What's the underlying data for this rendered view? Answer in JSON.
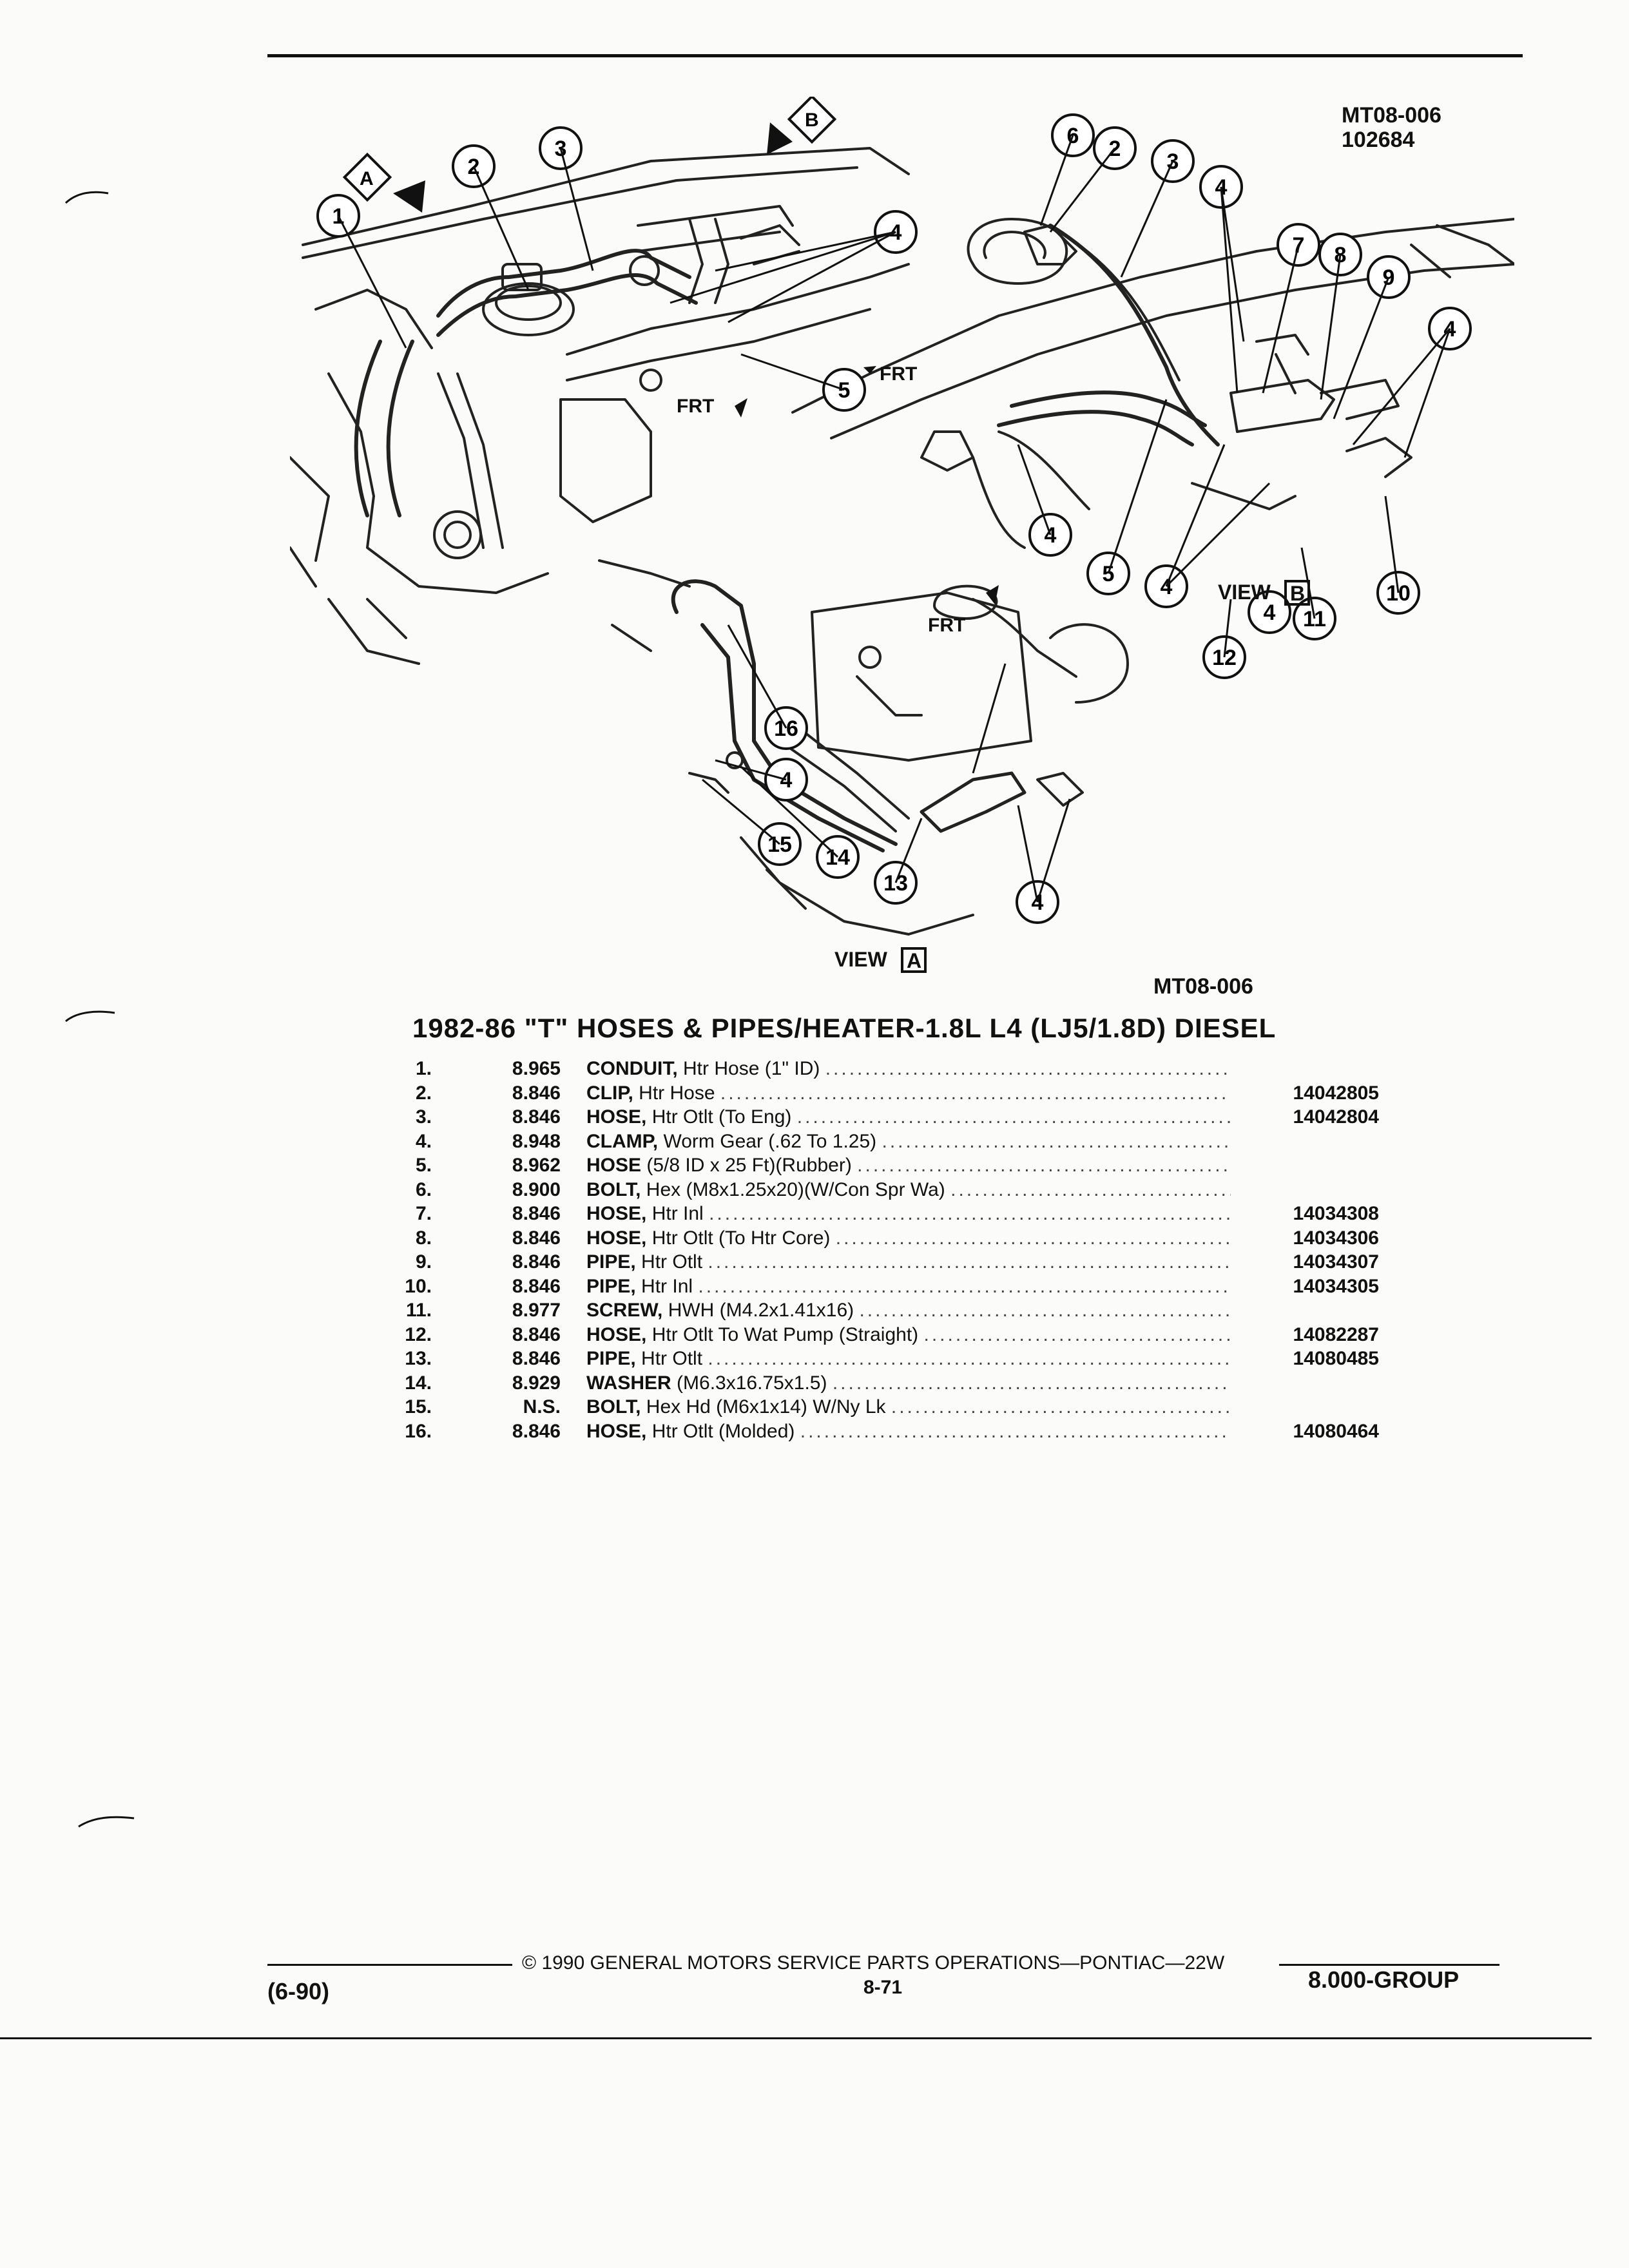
{
  "header": {
    "illus_code_top": "MT08-006",
    "illus_date": "102684",
    "illus_code_bottom": "MT08-006"
  },
  "illustration": {
    "callouts": [
      "1",
      "2",
      "3",
      "2",
      "3",
      "4",
      "4",
      "4",
      "5",
      "5",
      "6",
      "7",
      "8",
      "9",
      "4",
      "4",
      "4",
      "10",
      "11",
      "16",
      "4",
      "12",
      "15",
      "14",
      "13",
      "4"
    ],
    "labels": {
      "view_a": "VIEW",
      "view_a_letter": "A",
      "view_b": "VIEW",
      "view_b_letter": "B",
      "arrow_a": "A",
      "arrow_b": "B",
      "frt1": "FRT",
      "frt2": "FRT",
      "frt3": "FRT"
    }
  },
  "section_title": "1982-86 \"T\" HOSES & PIPES/HEATER-1.8L L4 (LJ5/1.8D) DIESEL",
  "parts": [
    {
      "no": "1.",
      "group": "8.965",
      "name": "CONDUIT,",
      "desc": "Htr Hose (1\" ID)",
      "pn": ""
    },
    {
      "no": "2.",
      "group": "8.846",
      "name": "CLIP,",
      "desc": "Htr Hose",
      "pn": "14042805"
    },
    {
      "no": "3.",
      "group": "8.846",
      "name": "HOSE,",
      "desc": "Htr Otlt (To Eng)",
      "pn": "14042804"
    },
    {
      "no": "4.",
      "group": "8.948",
      "name": "CLAMP,",
      "desc": "Worm Gear (.62 To 1.25)",
      "pn": ""
    },
    {
      "no": "5.",
      "group": "8.962",
      "name": "HOSE",
      "desc": "(5/8 ID x 25 Ft)(Rubber)",
      "pn": ""
    },
    {
      "no": "6.",
      "group": "8.900",
      "name": "BOLT,",
      "desc": "Hex (M8x1.25x20)(W/Con Spr Wa)",
      "pn": ""
    },
    {
      "no": "7.",
      "group": "8.846",
      "name": "HOSE,",
      "desc": "Htr Inl",
      "pn": "14034308"
    },
    {
      "no": "8.",
      "group": "8.846",
      "name": "HOSE,",
      "desc": "Htr Otlt (To Htr Core)",
      "pn": "14034306"
    },
    {
      "no": "9.",
      "group": "8.846",
      "name": "PIPE,",
      "desc": "Htr Otlt",
      "pn": "14034307"
    },
    {
      "no": "10.",
      "group": "8.846",
      "name": "PIPE,",
      "desc": "Htr Inl",
      "pn": "14034305"
    },
    {
      "no": "11.",
      "group": "8.977",
      "name": "SCREW,",
      "desc": "HWH (M4.2x1.41x16)",
      "pn": ""
    },
    {
      "no": "12.",
      "group": "8.846",
      "name": "HOSE,",
      "desc": "Htr Otlt To Wat Pump (Straight)",
      "pn": "14082287"
    },
    {
      "no": "13.",
      "group": "8.846",
      "name": "PIPE,",
      "desc": "Htr Otlt",
      "pn": "14080485"
    },
    {
      "no": "14.",
      "group": "8.929",
      "name": "WASHER",
      "desc": "(M6.3x16.75x1.5)",
      "pn": ""
    },
    {
      "no": "15.",
      "group": "N.S.",
      "name": "BOLT,",
      "desc": "Hex Hd (M6x1x14) W/Ny Lk",
      "pn": ""
    },
    {
      "no": "16.",
      "group": "8.846",
      "name": "HOSE,",
      "desc": "Htr Otlt (Molded)",
      "pn": "14080464"
    }
  ],
  "footer": {
    "copyright": "© 1990 GENERAL MOTORS SERVICE PARTS OPERATIONS—PONTIAC—22W",
    "page": "8-71",
    "date": "(6-90)",
    "group": "8.000-GROUP"
  }
}
